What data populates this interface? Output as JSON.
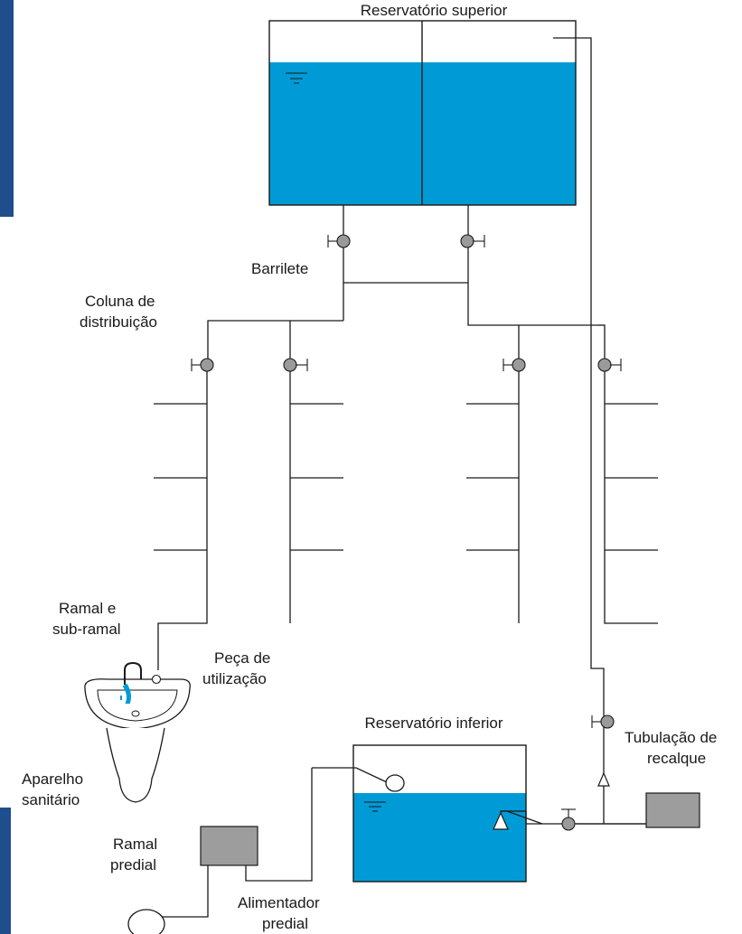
{
  "colors": {
    "water": "#009bd6",
    "side_band": "#1f4e8c",
    "valve_fill": "#9a9a9a",
    "box_fill": "#9d9d9d"
  },
  "labels": {
    "upper_reservoir": "Reservatório superior",
    "barrilete": "Barrilete",
    "coluna_line1": "Coluna de",
    "coluna_line2": "distribuição",
    "ramal_line1": "Ramal e",
    "ramal_line2": "sub-ramal",
    "peca_line1": "Peça de",
    "peca_line2": "utilização",
    "lower_reservoir": "Reservatório inferior",
    "recalque_line1": "Tubulação de",
    "recalque_line2": "recalque",
    "aparelho_line1": "Aparelho",
    "aparelho_line2": "sanitário",
    "ramal_predial_line1": "Ramal",
    "ramal_predial_line2": "predial",
    "alimentador_line1": "Alimentador",
    "alimentador_line2": "predial"
  }
}
